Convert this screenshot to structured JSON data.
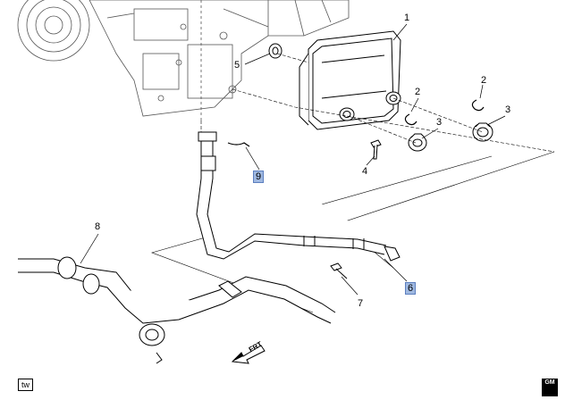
{
  "callouts": [
    {
      "id": "c1",
      "label": "1",
      "boxed": false
    },
    {
      "id": "c2a",
      "label": "2",
      "boxed": false
    },
    {
      "id": "c2b",
      "label": "2",
      "boxed": false
    },
    {
      "id": "c3a",
      "label": "3",
      "boxed": false
    },
    {
      "id": "c3b",
      "label": "3",
      "boxed": false
    },
    {
      "id": "c4",
      "label": "4",
      "boxed": false
    },
    {
      "id": "c5",
      "label": "5",
      "boxed": false
    },
    {
      "id": "c6",
      "label": "6",
      "boxed": true
    },
    {
      "id": "c7",
      "label": "7",
      "boxed": false
    },
    {
      "id": "c8",
      "label": "8",
      "boxed": false
    },
    {
      "id": "c9",
      "label": "9",
      "boxed": true
    }
  ],
  "badge": {
    "label": "tw"
  },
  "logo": {
    "label": "GM"
  },
  "direction": {
    "label": "FRT"
  },
  "colors": {
    "line": "#000000",
    "highlight": "#9fb8e0",
    "engine": "#555555"
  }
}
